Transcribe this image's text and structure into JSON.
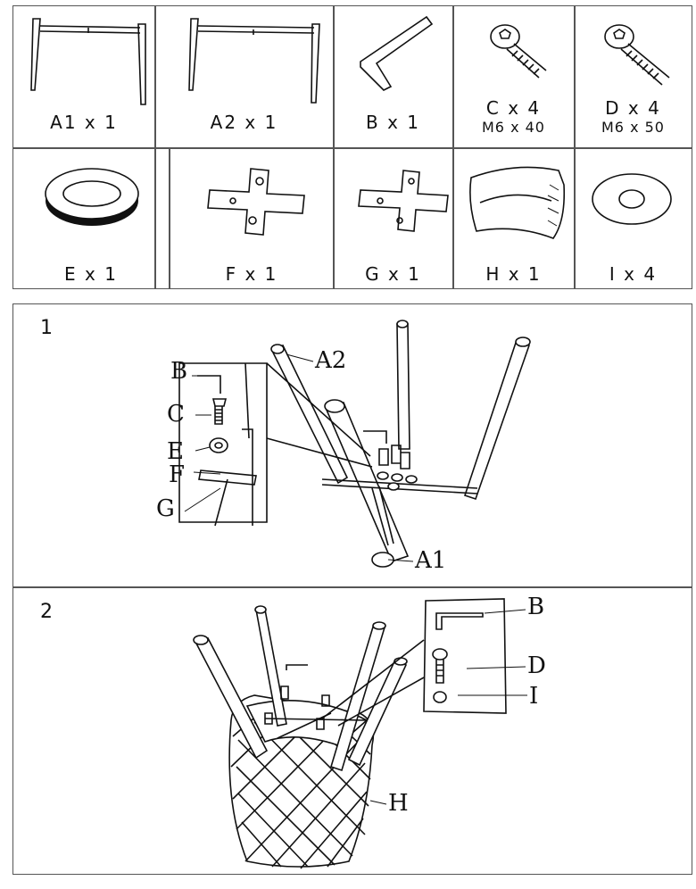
{
  "parts": [
    {
      "id": "A1",
      "label": "A1 x 1",
      "spec": ""
    },
    {
      "id": "A2",
      "label": "A2 x 1",
      "spec": ""
    },
    {
      "id": "B",
      "label": "B x 1",
      "spec": ""
    },
    {
      "id": "C",
      "label": "C x 4",
      "spec": "M6 x 40"
    },
    {
      "id": "D",
      "label": "D x 4",
      "spec": "M6 x 50"
    },
    {
      "id": "E",
      "label": "E x 1",
      "spec": ""
    },
    {
      "id": "F",
      "label": "F x 1",
      "spec": ""
    },
    {
      "id": "G",
      "label": "G x 1",
      "spec": ""
    },
    {
      "id": "H",
      "label": "H x 1",
      "spec": ""
    },
    {
      "id": "I",
      "label": "I x 4",
      "spec": ""
    }
  ],
  "step1": {
    "number": "1",
    "callouts": {
      "B": "B",
      "C": "C",
      "E": "E",
      "F": "F",
      "G": "G",
      "A1": "A1",
      "A2": "A2"
    }
  },
  "step2": {
    "number": "2",
    "callouts": {
      "B": "B",
      "D": "D",
      "I": "I",
      "H": "H"
    }
  }
}
